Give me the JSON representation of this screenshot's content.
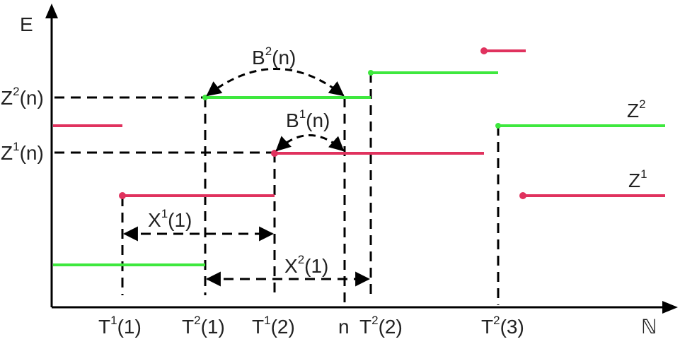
{
  "axes": {
    "y_label": "E",
    "x_label": "ℕ"
  },
  "y_ticks": [
    {
      "base": "Z",
      "sup": "2",
      "rest": "(n)"
    },
    {
      "base": "Z",
      "sup": "1",
      "rest": "(n)"
    }
  ],
  "x_ticks": [
    {
      "base": "T",
      "sup": "1",
      "rest": "(1)"
    },
    {
      "base": "T",
      "sup": "2",
      "rest": "(1)"
    },
    {
      "base": "T",
      "sup": "1",
      "rest": "(2)"
    },
    {
      "base": "n",
      "sup": "",
      "rest": ""
    },
    {
      "base": "T",
      "sup": "2",
      "rest": "(2)"
    },
    {
      "base": "T",
      "sup": "2",
      "rest": "(3)"
    }
  ],
  "annotations": {
    "b2": {
      "base": "B",
      "sup": "2",
      "rest": "(n)"
    },
    "b1": {
      "base": "B",
      "sup": "1",
      "rest": "(n)"
    },
    "x1": {
      "base": "X",
      "sup": "1",
      "rest": "(1)"
    },
    "x2": {
      "base": "X",
      "sup": "2",
      "rest": "(1)"
    }
  },
  "series_labels": {
    "z2": {
      "base": "Z",
      "sup": "2"
    },
    "z1": {
      "base": "Z",
      "sup": "1"
    }
  },
  "colors": {
    "z1": "#e0325e",
    "z2": "#3ee83e",
    "axis": "#000000",
    "text": "#222222"
  }
}
